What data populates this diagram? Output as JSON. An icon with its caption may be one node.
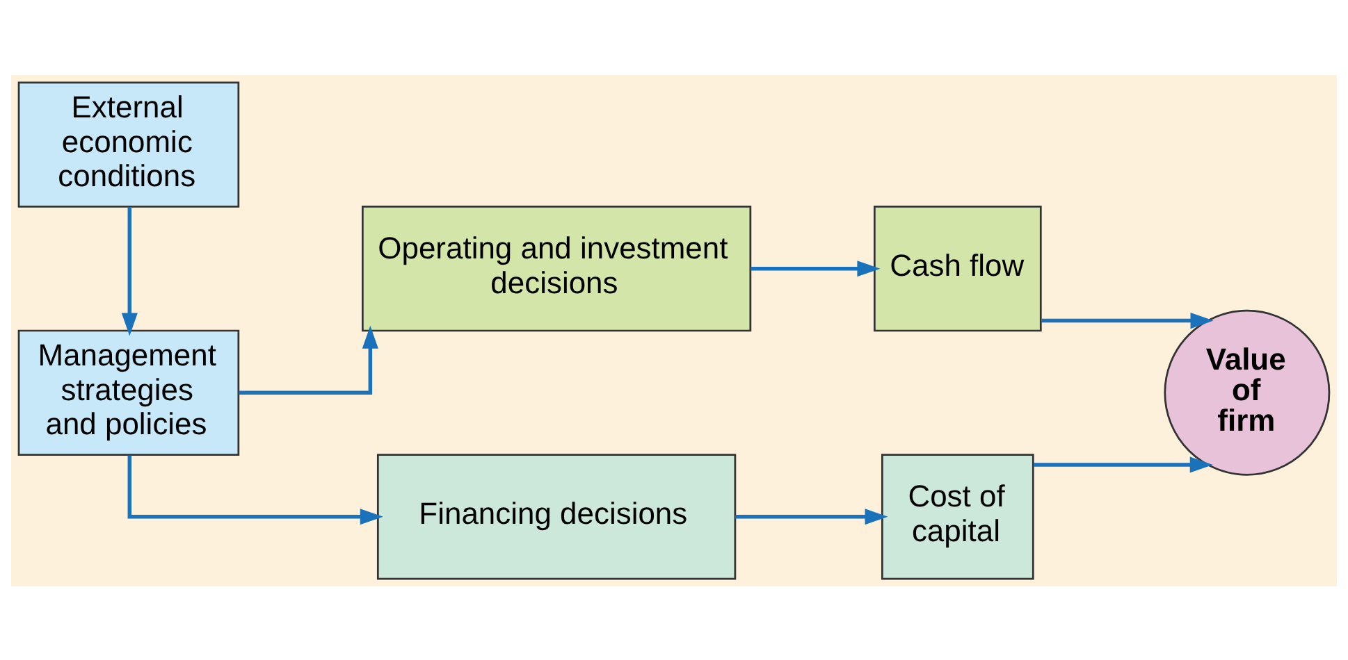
{
  "diagram": {
    "nodes": [
      {
        "text": [
          "External economic conditions"
        ]
      },
      {
        "text": [
          "Operating and investment decisions"
        ]
      },
      {
        "text": [
          "Cash flow"
        ]
      },
      {
        "text": [
          "Management strategies and policies"
        ]
      },
      {
        "text": [
          "Value of firm"
        ]
      },
      {
        "text": [
          "Financing decisions"
        ]
      },
      {
        "text": [
          "Cost of capital"
        ]
      }
    ],
    "edges": [
      {
        "from": 0,
        "to": 3,
        "arrow": "to"
      },
      {
        "from": 3,
        "to": 1,
        "arrow": "to"
      },
      {
        "from": 3,
        "to": 5,
        "arrow": "to"
      },
      {
        "from": 1,
        "to": 2,
        "arrow": "to"
      },
      {
        "from": 2,
        "to": 4,
        "arrow": "to"
      },
      {
        "from": 5,
        "to": 6,
        "arrow": "to"
      },
      {
        "from": 6,
        "to": 4,
        "arrow": "to"
      }
    ]
  }
}
